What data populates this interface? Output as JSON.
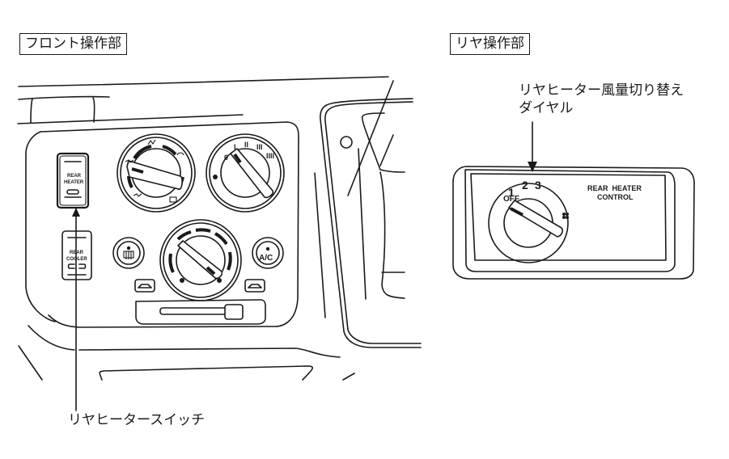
{
  "sections": {
    "front": {
      "label": "フロント操作部"
    },
    "rear": {
      "label": "リヤ操作部"
    }
  },
  "callouts": {
    "rear_heater_switch": "リヤヒータースイッチ",
    "rear_heater_dial_line1": "リヤヒーター風量切り替え",
    "rear_heater_dial_line2": "ダイヤル"
  },
  "front_panel": {
    "rear_heater_switch_label_1": "REAR",
    "rear_heater_switch_label_2": "HEATER",
    "rear_cooler_switch_label_1": "REAR",
    "rear_cooler_switch_label_2": "COOLER",
    "ac_button_label": "A/C",
    "fan_dial_marks": [
      "0",
      "I",
      "II",
      "III",
      "IIII"
    ],
    "icons": [
      "temperature-dial",
      "fan-speed-dial",
      "mode-dial",
      "rear-defroster-button",
      "ac-button",
      "recirculation-icon",
      "fresh-air-icon",
      "air-intake-slider"
    ]
  },
  "rear_panel": {
    "title_line1": "REAR  HEATER",
    "title_line2": "CONTROL",
    "dial_positions": [
      "OFF",
      "1",
      "2",
      "3"
    ],
    "current_position": "OFF",
    "icon": "fan-icon"
  }
}
